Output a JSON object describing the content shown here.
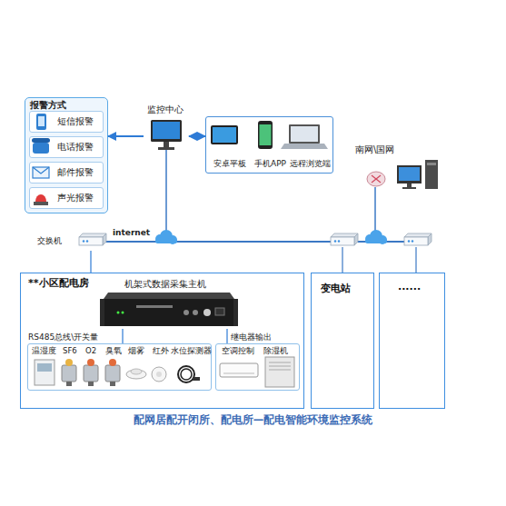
{
  "diagram": {
    "caption": "配网居配开闭所、配电所—配电智能环境监控系统",
    "nodes": [
      {
        "text": [
          "报警方式"
        ]
      },
      {
        "text": [
          "短信报警"
        ],
        "in": 0
      },
      {
        "text": [
          "电话报警"
        ],
        "in": 0
      },
      {
        "text": [
          "邮件报警"
        ],
        "in": 0
      },
      {
        "text": [
          "声光报警"
        ],
        "in": 0
      },
      {
        "text": [
          "监控中心"
        ]
      },
      {
        "text": [
          "安卓平板",
          "手机APP",
          "远程浏览端"
        ]
      },
      {
        "text": [
          "南网\\国网"
        ]
      },
      {
        "text": [
          "交换机"
        ]
      },
      {
        "text": [
          "**小区配电房"
        ]
      },
      {
        "text": [
          "机架式数据采集主机"
        ],
        "in": 9
      },
      {
        "text": [
          "RS485总线\\开关量",
          "温湿度",
          "SF6",
          "O2",
          "臭氧",
          "烟雾",
          "红外",
          "水位探测器"
        ],
        "in": 9
      },
      {
        "text": [
          "继电器输出",
          "空调控制",
          "除湿机"
        ],
        "in": 9
      },
      {
        "text": [
          "变电站"
        ]
      },
      {
        "text": [
          "......"
        ]
      }
    ],
    "edges": [
      {
        "from": 5,
        "to": 0,
        "arrow": "to"
      },
      {
        "from": 5,
        "to": 6,
        "arrow": "both"
      },
      {
        "from": 8,
        "to": 9,
        "arrow": "none"
      },
      {
        "from": 10,
        "to": 11,
        "arrow": "none"
      },
      {
        "from": 10,
        "to": 12,
        "arrow": "none"
      }
    ],
    "labels": [
      "internet"
    ]
  }
}
